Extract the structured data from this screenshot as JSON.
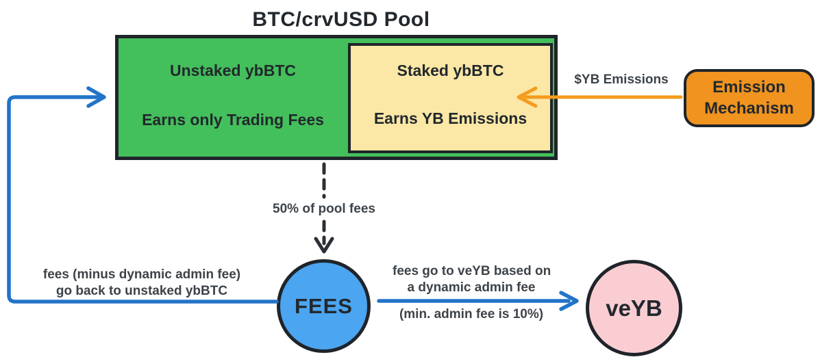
{
  "colors": {
    "green": "#43bf5b",
    "yellow": "#fbe8a6",
    "orange": "#f0931f",
    "orange_stroke": "#f59b1e",
    "blue_fill": "#4ba5f0",
    "blue_stroke": "#2274c8",
    "pink": "#f9cdd2",
    "ink": "#22282d",
    "line": "#1f242a",
    "arrow_dark": "#2b3036",
    "gray": "#3d4349"
  },
  "title": "BTC/crvUSD Pool",
  "pool": {
    "unstaked": {
      "line1": "Unstaked ybBTC",
      "line2": "Earns only Trading Fees"
    },
    "staked": {
      "line1": "Staked ybBTC",
      "line2": "Earns YB Emissions"
    }
  },
  "emission": {
    "line1": "Emission",
    "line2": "Mechanism"
  },
  "nodes": {
    "fees": "FEES",
    "veyb": "veYB"
  },
  "arrows": {
    "yb_emissions_label": "$YB Emissions",
    "pool_fees_label": "50% of pool fees",
    "fees_return_label_line1": "fees (minus dynamic admin fee)",
    "fees_return_label_line2": "go back to unstaked ybBTC",
    "fees_to_veyb_label_line1": "fees go to veYB based on",
    "fees_to_veyb_label_line2": "a dynamic admin fee",
    "fees_to_veyb_label_line3": "(min. admin fee is 10%)"
  }
}
